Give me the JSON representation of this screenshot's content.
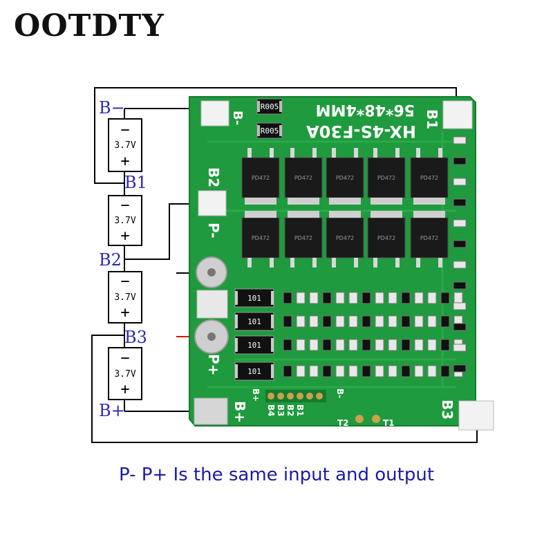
{
  "brand": "OOTDTY",
  "caption": "P- P+ Is the same input and output",
  "terminals": {
    "b_minus": "B−",
    "b1": "B1",
    "b2": "B2",
    "b3": "B3",
    "b_plus": "B+"
  },
  "cells": [
    {
      "minus": "−",
      "voltage": "3.7V",
      "plus": "+"
    },
    {
      "minus": "−",
      "voltage": "3.7V",
      "plus": "+"
    },
    {
      "minus": "−",
      "voltage": "3.7V",
      "plus": "+"
    },
    {
      "minus": "−",
      "voltage": "3.7V",
      "plus": "+"
    }
  ],
  "board": {
    "model": "HX-4S-F30A",
    "size": "56*48*4MM",
    "pad_b_minus": "B-",
    "pad_b1": "B1",
    "pad_b2": "B2",
    "pad_p_minus": "P-",
    "pad_p_plus": "P+",
    "pad_b_plus": "B+",
    "pad_b3": "B3",
    "shunt_label": "R005",
    "mosfet_labels": [
      "PD472",
      "PD472",
      "PD472",
      "PD472",
      "PD472",
      "PD472",
      "PD472",
      "PD472",
      "PD472",
      "PD472"
    ],
    "resistor_label": "101",
    "header_labels": [
      "B+",
      "B4",
      "B3",
      "B2",
      "B1",
      "B-"
    ],
    "thermal_labels": [
      "T2",
      "T1"
    ]
  },
  "colors": {
    "pcb": "#1f9a3e",
    "pcb_dark": "#157a2f",
    "brand_text": "#111111",
    "caption_text": "#1a1aa8",
    "terminal_text": "#2a2ab0",
    "wire": "#000000",
    "red_wire": "#e01010"
  }
}
